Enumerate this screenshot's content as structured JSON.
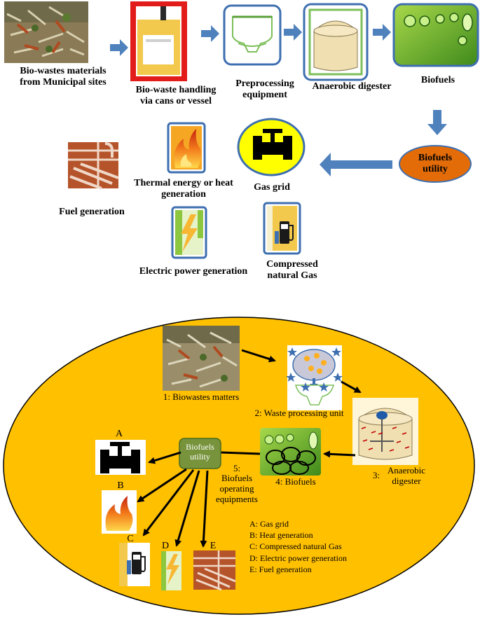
{
  "top": {
    "labels": {
      "biowastes": "Bio-wastes materials from Municipal  sites",
      "handling": "Bio-waste handling via cans or vessel",
      "preprocessing": "Preprocessing equipment",
      "digester": "Anaerobic digester",
      "biofuels": "Biofuels",
      "utility": "Biofuels utility",
      "gas_grid": "Gas grid",
      "thermal": "Thermal energy or heat generation",
      "fuel": "Fuel generation",
      "electric": "Electric power generation",
      "cng": "Compressed natural Gas"
    }
  },
  "bottom": {
    "labels": {
      "biowastes": "1: Biowastes matters",
      "processing": "2: Waste processing unit",
      "digester_num": "3:",
      "digester": "Anaerobic digester",
      "biofuels": "4:  Biofuels",
      "equip_num": "5:",
      "equip": "Biofuels operating equipments",
      "utility": "Biofuels utility",
      "letters": [
        "A",
        "B",
        "C",
        "D",
        "E"
      ]
    },
    "legend": [
      "A: Gas grid",
      "B: Heat generation",
      "C: Compressed natural Gas",
      "D: Electric power generation",
      "E: Fuel generation"
    ]
  },
  "colors": {
    "arrow_blue": "#4f81bd",
    "utility_orange": "#e36c09",
    "ellipse_fill": "#ffc000",
    "utility_green": "#77933c",
    "gas_yellow": "#ffff00",
    "frame_red": "#e21b1b",
    "frame_blue": "#3e6fb0"
  },
  "icons": [
    "biowaste-photo-icon",
    "bin-icon",
    "funnel-icon",
    "digester-tank-icon",
    "biofuel-bubbles-icon",
    "gas-valve-icon",
    "flame-icon",
    "pipes-icon",
    "lightning-icon",
    "fuel-pump-icon"
  ]
}
